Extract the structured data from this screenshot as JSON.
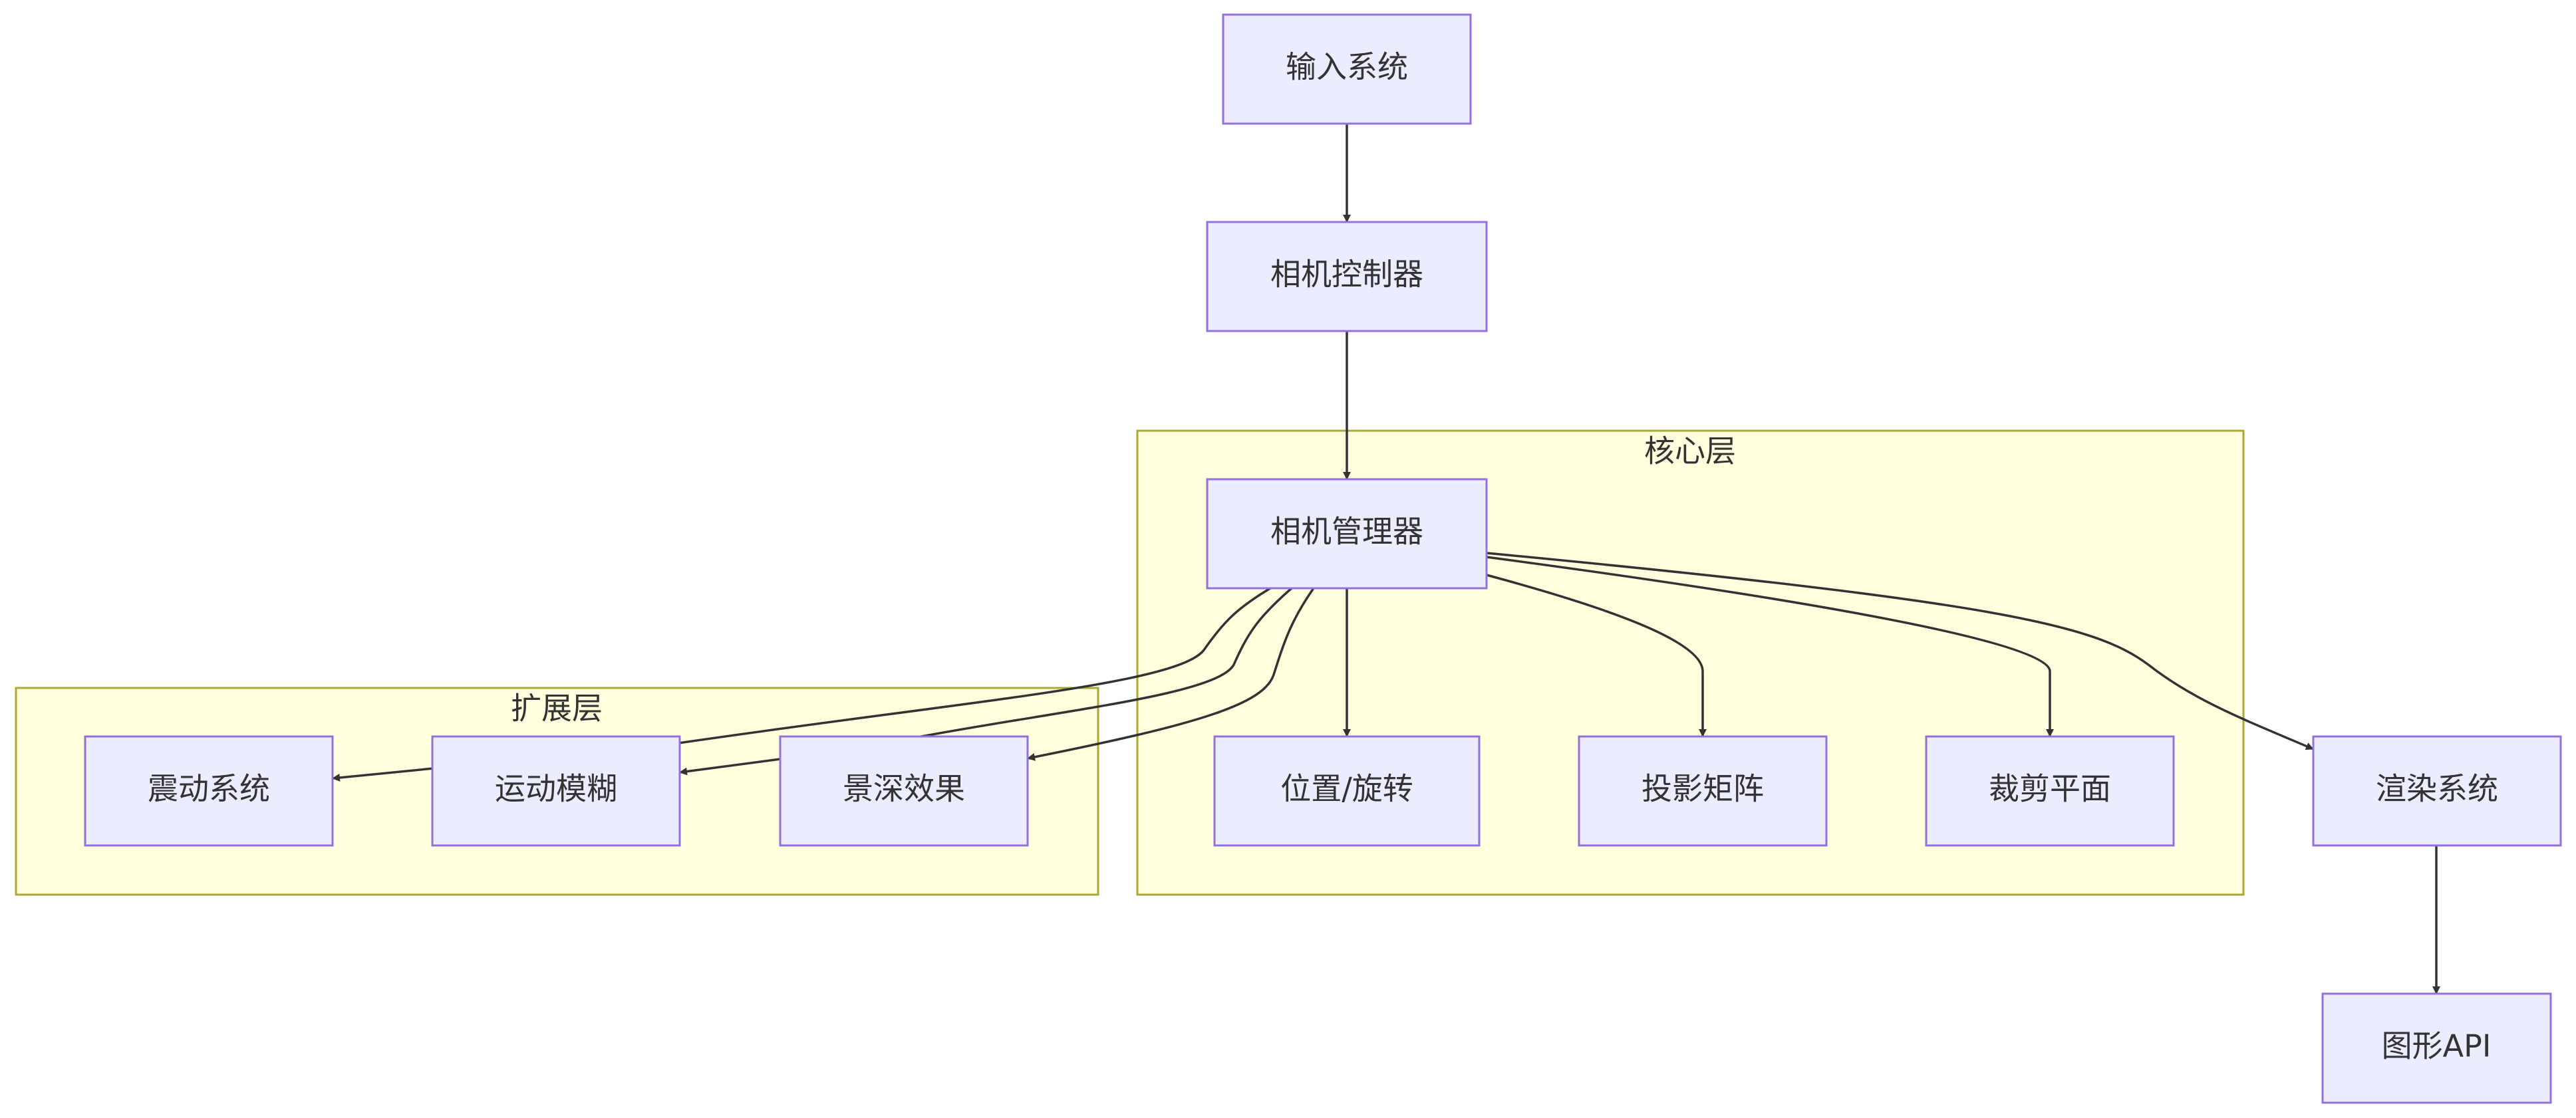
{
  "clusters": {
    "core": {
      "label": "核心层"
    },
    "ext": {
      "label": "扩展层"
    }
  },
  "nodes": {
    "input": "输入系统",
    "controller": "相机控制器",
    "manager": "相机管理器",
    "position": "位置/旋转",
    "projection": "投影矩阵",
    "clip": "裁剪平面",
    "render": "渲染系统",
    "graphics": "图形API",
    "shake": "震动系统",
    "blur": "运动模糊",
    "dof": "景深效果"
  },
  "edges": [
    {
      "from": "input",
      "to": "controller"
    },
    {
      "from": "controller",
      "to": "manager"
    },
    {
      "from": "manager",
      "to": "position"
    },
    {
      "from": "manager",
      "to": "projection"
    },
    {
      "from": "manager",
      "to": "clip"
    },
    {
      "from": "manager",
      "to": "render"
    },
    {
      "from": "manager",
      "to": "shake"
    },
    {
      "from": "manager",
      "to": "blur"
    },
    {
      "from": "manager",
      "to": "dof"
    },
    {
      "from": "render",
      "to": "graphics"
    }
  ],
  "colors": {
    "node_fill": "#ececff",
    "node_stroke": "#9370db",
    "cluster_fill": "#ffffde",
    "cluster_stroke": "#aaaa33",
    "edge": "#333333",
    "text": "#333333"
  }
}
